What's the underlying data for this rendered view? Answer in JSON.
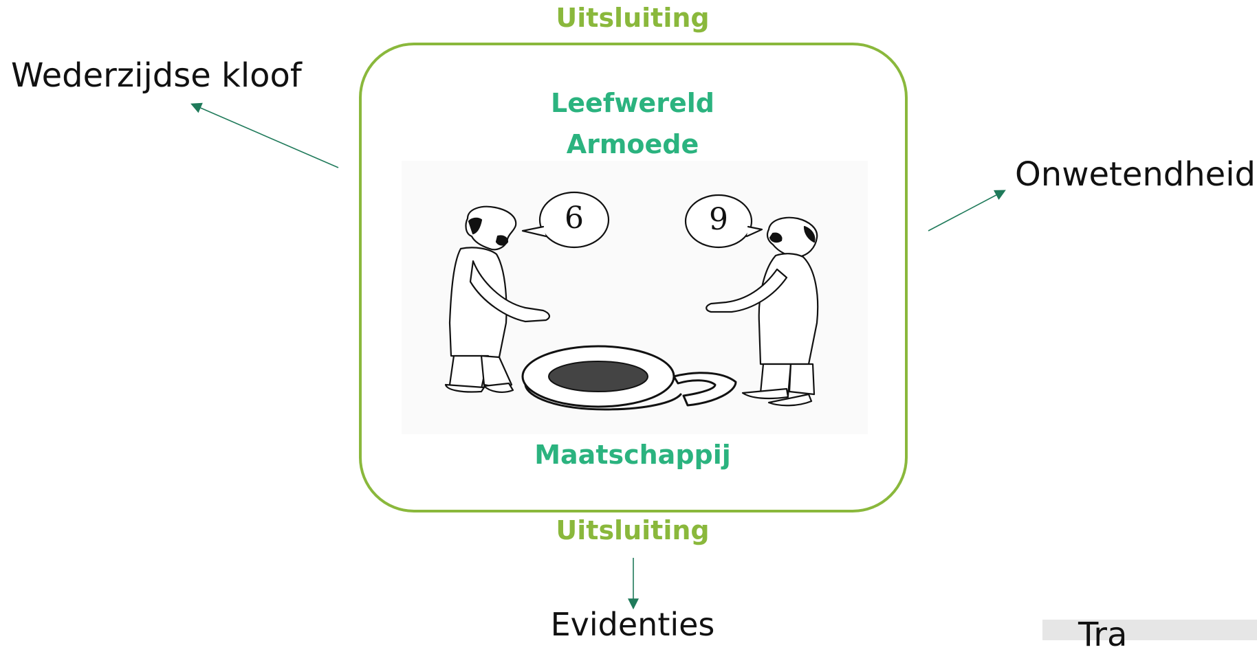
{
  "labels": {
    "top": "Uitsluiting",
    "bottom": "Uitsluiting",
    "inner_line1": "Leefwereld",
    "inner_line2": "Armoede",
    "inner_bottom": "Maatschappij",
    "left": "Wederzijdse kloof",
    "right": "Onwetendheid",
    "below": "Evidenties",
    "corner_partial": "Tra"
  },
  "illustration": {
    "bubble_left": "6",
    "bubble_right": "9"
  },
  "colors": {
    "frame": "#8ab83c",
    "inner_text": "#2bb37f",
    "arrows": "#1f7a5a",
    "text": "#111111"
  }
}
